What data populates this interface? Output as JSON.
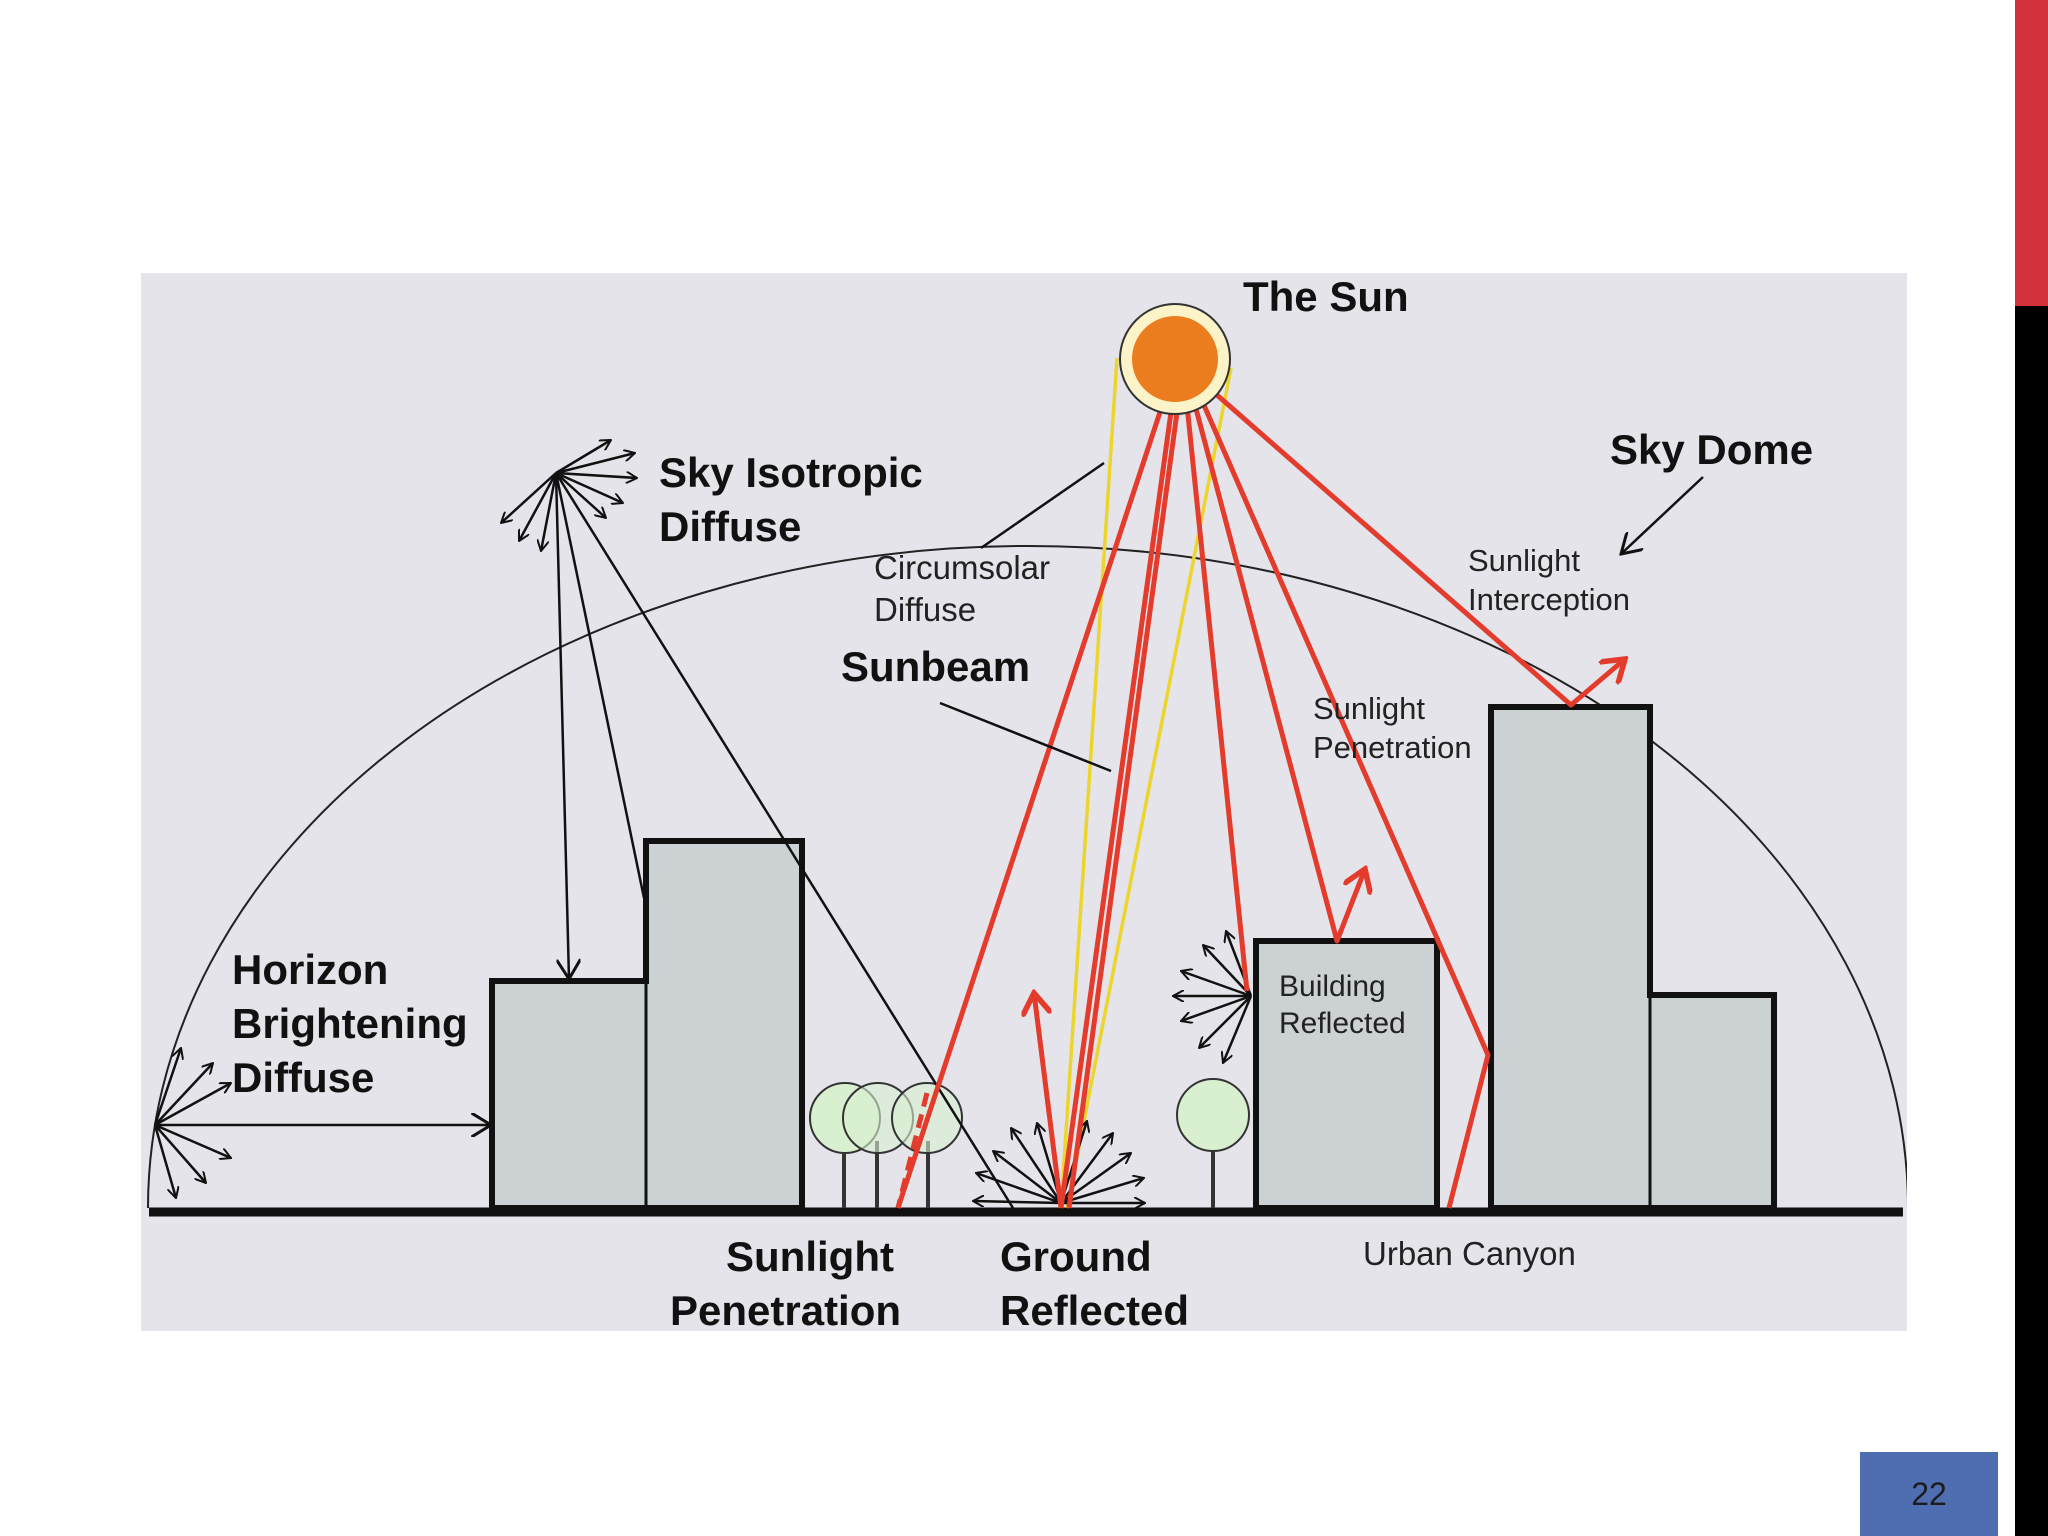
{
  "colors": {
    "accent_red": "#d3313c",
    "accent_black": "#000000",
    "figure_bg": "#e4e4ea",
    "building_fill": "#ccd1d4",
    "sun_orange": "#ec7d1e",
    "sun_ring": "#fdf3c9",
    "sunbeam_red": "#e33b2c",
    "diffuse_yellow": "#ecd62d",
    "tree_green": "#d9f0d0",
    "page_box": "#4f6eb2"
  },
  "diagram": {
    "labels": {
      "sun": "The Sun",
      "sky_dome": "Sky Dome",
      "sky_isotropic_1": "Sky Isotropic",
      "sky_isotropic_2": "Diffuse",
      "circumsolar_1": "Circumsolar",
      "circumsolar_2": "Diffuse",
      "sunbeam": "Sunbeam",
      "interception_1": "Sunlight",
      "interception_2": "Interception",
      "penetration_right_1": "Sunlight",
      "penetration_right_2": "Penetration",
      "horizon_1": "Horizon",
      "horizon_2": "Brightening",
      "horizon_3": "Diffuse",
      "building_reflected_1": "Building",
      "building_reflected_2": "Reflected",
      "penetration_bottom_1": "Sunlight",
      "penetration_bottom_2": "Penetration",
      "ground_reflected_1": "Ground",
      "ground_reflected_2": "Reflected",
      "urban_canyon": "Urban Canyon"
    }
  },
  "page": {
    "number": "22"
  }
}
